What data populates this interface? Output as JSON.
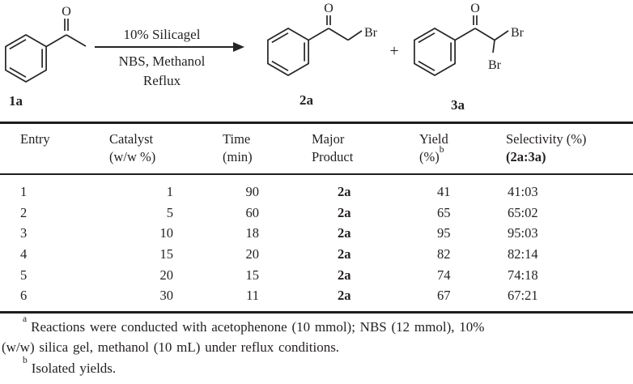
{
  "scheme": {
    "reactant": {
      "label": "1a",
      "atom_o": "O"
    },
    "arrow": {
      "line1": "10% Silicagel",
      "line2": "NBS, Methanol",
      "line3": "Reflux"
    },
    "plus": "+",
    "product1": {
      "label": "2a",
      "atom_o": "O",
      "atom_br": "Br"
    },
    "product2": {
      "label": "3a",
      "atom_o": "O",
      "atom_br1": "Br",
      "atom_br2": "Br"
    }
  },
  "table": {
    "headers": {
      "entry": "Entry",
      "catalyst_line1": "Catalyst",
      "catalyst_line2": "(w/w %)",
      "time_line1": "Time",
      "time_line2": "(min)",
      "major_line1": "Major",
      "major_line2": "Product",
      "yield_line1": "Yield",
      "yield_line2": "(%)",
      "yield_sup": "b",
      "selectivity_line1": "Selectivity (%)",
      "selectivity_line2": "(2a:3a)"
    },
    "rows": [
      {
        "entry": "1",
        "catalyst": "1",
        "time": "90",
        "major": "2a",
        "yield": "41",
        "selectivity": "41:03"
      },
      {
        "entry": "2",
        "catalyst": "5",
        "time": "60",
        "major": "2a",
        "yield": "65",
        "selectivity": "65:02"
      },
      {
        "entry": "3",
        "catalyst": "10",
        "time": "18",
        "major": "2a",
        "yield": "95",
        "selectivity": "95:03"
      },
      {
        "entry": "4",
        "catalyst": "15",
        "time": "20",
        "major": "2a",
        "yield": "82",
        "selectivity": "82:14"
      },
      {
        "entry": "5",
        "catalyst": "20",
        "time": "15",
        "major": "2a",
        "yield": "74",
        "selectivity": "74:18"
      },
      {
        "entry": "6",
        "catalyst": "30",
        "time": "11",
        "major": "2a",
        "yield": "67",
        "selectivity": "67:21"
      }
    ]
  },
  "footnotes": {
    "a_marker": "a",
    "a_text_line1": "Reactions were conducted with acetophenone (10 mmol); NBS (12 mmol), 10%",
    "a_text_line2": "(w/w) silica gel, methanol (10 mL) under reflux conditions.",
    "b_marker": "b",
    "b_text": "Isolated yields."
  },
  "colors": {
    "ink": "#231f20",
    "rule": "#1e1e1e",
    "background": "#ffffff"
  }
}
